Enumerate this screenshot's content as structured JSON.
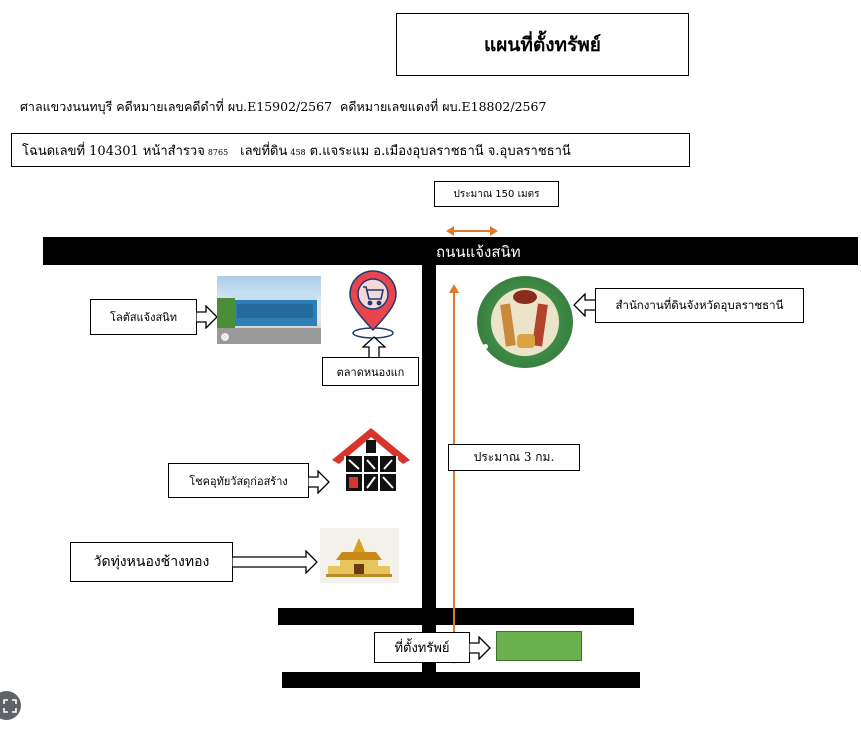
{
  "title": "แผนที่ตั้งทรัพย์",
  "case_line": "ศาลแขวงนนทบุรี คดีหมายเลขคดีดำที่ ผบ.E15902/2567  คดีหมายเลขแดงที่ ผบ.E18802/2567",
  "deed": {
    "prefix": "โฉนดเลขที่ 104301 หน้าสำรวจ",
    "survey_no": "8765",
    "mid": "เลขที่ดิน",
    "land_no": "458",
    "suffix": "ต.แจระแม อ.เมืองอุบลราชธานี จ.อุบลราชธานี"
  },
  "distance_top": "ประมาณ 150 เมตร",
  "distance_vertical": "ประมาณ 3 กม.",
  "road_name": "ถนนแจ้งสนิท",
  "landmarks": {
    "lotus": "โลตัสแจ้งสนิท",
    "market": "ตลาดหนองแก",
    "land_office": "สำนักงานที่ดินจังหวัดอุบลราชธานี",
    "hardware": "โชคอุทัยวัสดุก่อสร้าง",
    "temple": "วัดทุ่งหนองช้างทอง",
    "property": "ที่ตั้งทรัพย์"
  },
  "colors": {
    "road": "#000000",
    "distance_marker": "#e07a2a",
    "property": "#6ab04c",
    "market_pin": "#e8454f",
    "hardware_roof": "#d9342b"
  },
  "icons": [
    "shopping-cart-icon",
    "location-pin-icon",
    "house-tools-icon",
    "temple-icon",
    "seal-icon",
    "arrow-right-icon",
    "arrow-up-icon",
    "fullscreen-icon"
  ]
}
